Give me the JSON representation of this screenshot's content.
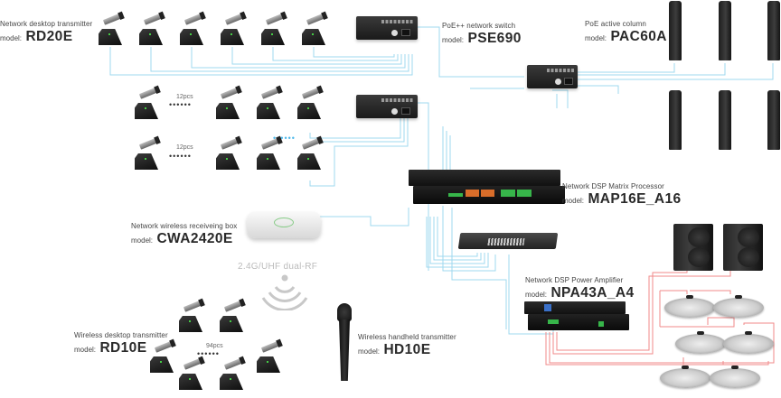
{
  "colors": {
    "network_cable": "#9fd9ef",
    "speaker_cable": "#f08a8a",
    "blue_dots": "#4db8ea",
    "terminal_orange": "#d86d2a",
    "terminal_green": "#37b54a"
  },
  "labels": {
    "rd20e": {
      "desc": "Network desktop transmitter",
      "prefix": "model:",
      "model": "RD20E"
    },
    "pse690": {
      "desc": "PoE++ network switch",
      "prefix": "model:",
      "model": "PSE690"
    },
    "pac60a": {
      "desc": "PoE active column",
      "prefix": "model:",
      "model": "PAC60A"
    },
    "cwa2420e": {
      "desc": "Network wireless  receiveing box",
      "prefix": "model:",
      "model": "CWA2420E"
    },
    "map16e": {
      "desc": "Network DSP Matrix Processor",
      "prefix": "model:",
      "model": "MAP16E_A16"
    },
    "npa43a": {
      "desc": "Network DSP Power Amplifier",
      "prefix": "model:",
      "model": "NPA43A_A4"
    },
    "rd10e": {
      "desc": "Wireless desktop transmitter",
      "prefix": "model:",
      "model": "RD10E"
    },
    "hd10e": {
      "desc": "Wireless handheld transmitter",
      "prefix": "model:",
      "model": "HD10E"
    }
  },
  "annotations": {
    "chain1_qty": "12pcs",
    "chain2_qty": "12pcs",
    "wireless_qty": "94pcs",
    "rf_text": "2.4G/UHF dual-RF",
    "ellipsis": "••••••"
  },
  "devices": {
    "rd20e_count": 6,
    "column_speakers": 6,
    "cabinet_speakers": 2,
    "ceiling_speakers": 6,
    "rd10e_shown": 6
  }
}
